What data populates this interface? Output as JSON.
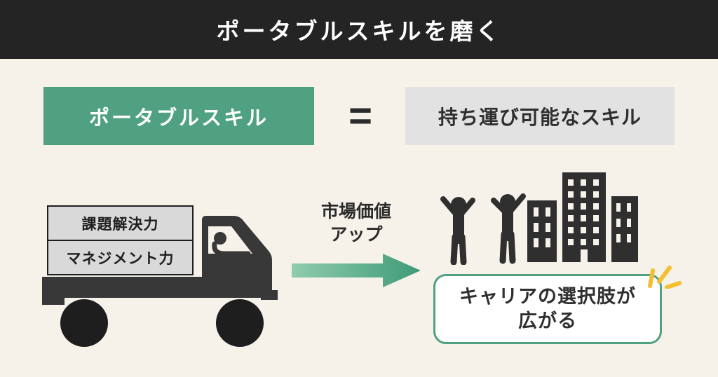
{
  "header": {
    "title": "ポータブルスキルを磨く"
  },
  "definition": {
    "term": "ポータブルスキル",
    "equals_sign": "=",
    "meaning": "持ち運び可能なスキル"
  },
  "truck_cargo": {
    "skills": [
      "課題解決力",
      "マネジメント力"
    ]
  },
  "arrow_label": {
    "line1": "市場価値",
    "line2": "アップ"
  },
  "result_box": {
    "line1": "キャリアの選択肢が",
    "line2": "広がる"
  },
  "icons": {
    "truck": "truck-icon",
    "people": "cheering-people-icon",
    "buildings": "buildings-icon",
    "arrow": "arrow-right-icon",
    "sparkle": "sparkle-icon"
  },
  "colors": {
    "header_bg": "#242424",
    "background": "#F6F2EA",
    "green": "#4FA182",
    "green_light": "#90CBAE",
    "gray_box": "#E2E2E2",
    "cargo_box_bg": "#D9D9D9",
    "illustration_dark": "#333333",
    "yellow": "#F4BE2E",
    "white": "#FFFFFF"
  }
}
